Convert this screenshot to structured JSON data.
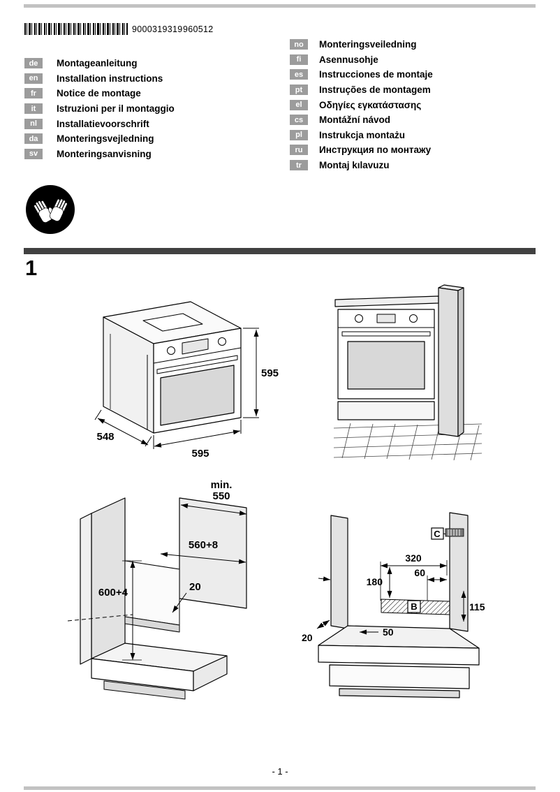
{
  "document": {
    "barcode_number": "9000319319",
    "print_code": "960512",
    "figure_number": "1",
    "page_number": "- 1 -"
  },
  "languages": {
    "left": [
      {
        "code": "de",
        "label": "Montageanleitung"
      },
      {
        "code": "en",
        "label": "Installation instructions"
      },
      {
        "code": "fr",
        "label": "Notice de montage"
      },
      {
        "code": "it",
        "label": "Istruzioni per il montaggio"
      },
      {
        "code": "nl",
        "label": "Installatievoorschrift"
      },
      {
        "code": "da",
        "label": "Monteringsvejledning"
      },
      {
        "code": "sv",
        "label": "Monteringsanvisning"
      }
    ],
    "right": [
      {
        "code": "no",
        "label": "Monteringsveiledning"
      },
      {
        "code": "fi",
        "label": "Asennusohje"
      },
      {
        "code": "es",
        "label": "Instrucciones de montaje"
      },
      {
        "code": "pt",
        "label": "Instruções de montagem"
      },
      {
        "code": "el",
        "label": "Οδηγίες εγκατάστασης"
      },
      {
        "code": "cs",
        "label": "Montážní návod"
      },
      {
        "code": "pl",
        "label": "Instrukcja montażu"
      },
      {
        "code": "ru",
        "label": "Инструкция по монтажу"
      },
      {
        "code": "tr",
        "label": "Montaj kılavuzu"
      }
    ]
  },
  "figure": {
    "iso": {
      "height": "595",
      "width": "595",
      "depth": "548"
    },
    "cabinet": {
      "min_label": "min.",
      "depth": "550",
      "niche_width": "560+8",
      "niche_height": "600+4",
      "rear_gap": "20"
    },
    "section": {
      "label_c": "C",
      "width_total": "320",
      "width_right": "60",
      "height_left": "180",
      "height_right": "115",
      "label_b": "B",
      "front_gap": "20",
      "front_depth": "50"
    }
  }
}
